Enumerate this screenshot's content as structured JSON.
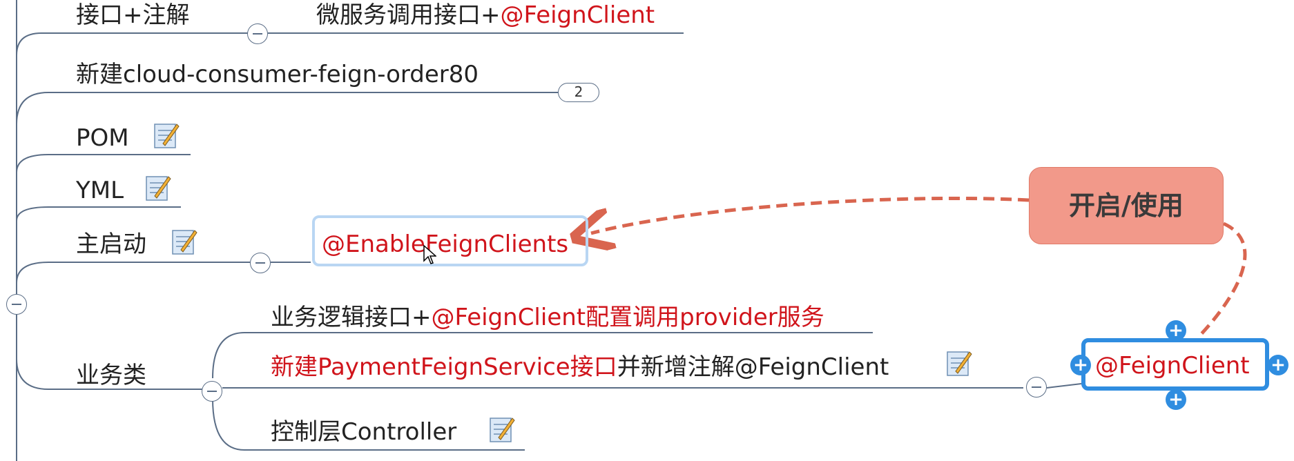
{
  "nodes": {
    "interface_annotation": "接口+注解",
    "microservice_call": "微服务调用接口+",
    "microservice_call_annotation": "@FeignClient",
    "new_module": "新建cloud-consumer-feign-order80",
    "new_module_count": "2",
    "pom": "POM",
    "yml": "YML",
    "main_startup": "主启动",
    "enable_feign_clients": "@EnableFeignClients",
    "business_class": "业务类",
    "business_logic_prefix": "业务逻辑接口+",
    "business_logic_red": "@FeignClient配置调用provider服务",
    "new_service_red": "新建PaymentFeignService接口",
    "new_service_black": "并新增注解@FeignClient",
    "controller": "控制层Controller",
    "callout": "开启/使用",
    "feign_client_node": "@FeignClient"
  },
  "colors": {
    "highlight_red": "#d0141b",
    "callout_fill": "#f2998a",
    "arrow": "#d9654f",
    "selection_blue": "#2f8de0",
    "branch_line": "#5a6d86"
  },
  "icons": [
    "note-icon",
    "collapse-icon",
    "cursor-icon",
    "add-handle-icon"
  ]
}
